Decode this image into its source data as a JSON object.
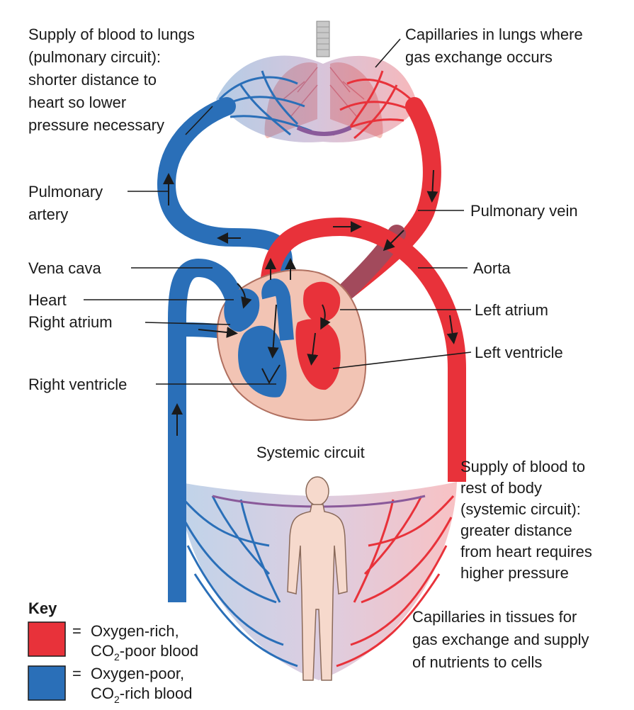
{
  "labels": {
    "pulmonary_supply": [
      "Supply of blood to lungs",
      "(pulmonary circuit):",
      "shorter distance to",
      "heart so lower",
      "pressure necessary"
    ],
    "lung_capillaries": [
      "Capillaries in lungs where",
      "gas exchange occurs"
    ],
    "pulmonary_artery": [
      "Pulmonary",
      "artery"
    ],
    "pulmonary_vein": "Pulmonary vein",
    "vena_cava": "Vena cava",
    "aorta": "Aorta",
    "heart": "Heart",
    "right_atrium": "Right atrium",
    "left_atrium": "Left atrium",
    "left_ventricle": "Left ventricle",
    "right_ventricle": "Right ventricle",
    "systemic_circuit": "Systemic circuit",
    "systemic_supply": [
      "Supply of blood to",
      "rest of body",
      "(systemic circuit):",
      "greater distance",
      "from heart requires",
      "higher pressure"
    ],
    "tissue_capillaries": [
      "Capillaries in tissues for",
      "gas exchange and supply",
      "of nutrients to cells"
    ]
  },
  "key": {
    "title": "Key",
    "equals": "=",
    "oxygen_rich": {
      "line1": "Oxygen-rich,",
      "line2_pre": "CO",
      "line2_sub": "2",
      "line2_post": "-poor blood",
      "color": "#e8323a"
    },
    "oxygen_poor": {
      "line1": "Oxygen-poor,",
      "line2_pre": "CO",
      "line2_sub": "2",
      "line2_post": "-rich blood",
      "color": "#2a6fb8"
    }
  },
  "colors": {
    "oxygen_rich": "#e8323a",
    "oxygen_poor": "#2a6fb8",
    "heart_tissue": "#f2c4b4",
    "body": "#f6d9cc"
  }
}
